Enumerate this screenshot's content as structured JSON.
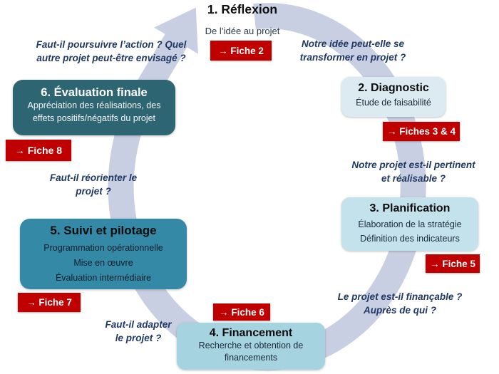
{
  "colors": {
    "ring": "#C9CFE2",
    "badge_background": "#C00000",
    "badge_text": "#FFFFFF",
    "question_text": "#1F3864",
    "stage6_box": "#2E6572",
    "stage5_box": "#3489A6",
    "stage4_box": "#A5D3E0",
    "stage3_box": "#C3E2EC",
    "stage2_box": "#DCEBF2"
  },
  "stages": {
    "s1": {
      "title": "1. Réflexion",
      "subtitle": "De l’idée au projet",
      "fiche": "→ Fiche 2"
    },
    "s2": {
      "title": "2. Diagnostic",
      "lines": [
        "Étude de faisabilité"
      ],
      "fiche": "→ Fiches 3 & 4"
    },
    "s3": {
      "title": "3. Planification",
      "lines": [
        "Élaboration de la stratégie",
        "Définition des indicateurs"
      ],
      "fiche": "→ Fiche 5"
    },
    "s4": {
      "title": "4. Financement",
      "lines": [
        "Recherche et obtention de",
        "financements"
      ],
      "fiche": "→ Fiche 6"
    },
    "s5": {
      "title": "5. Suivi et pilotage",
      "lines": [
        "Programmation opérationnelle",
        "Mise en œuvre",
        "Évaluation intermédiaire"
      ],
      "fiche": "→ Fiche 7"
    },
    "s6": {
      "title": "6. Évaluation finale",
      "lines": [
        "Appréciation des réalisations, des",
        "effets positifs/négatifs du projet"
      ],
      "fiche": "→ Fiche 8"
    }
  },
  "questions": {
    "q1_2": [
      "Notre idée peut-elle se",
      "transformer en projet ?"
    ],
    "q2_3": [
      "Notre projet est-il pertinent",
      "et réalisable ?"
    ],
    "q3_4": [
      "Le projet est-il finançable ?",
      "Auprès de qui ?"
    ],
    "q4_5": [
      "Faut-il adapter",
      "le projet ?"
    ],
    "q5_6": [
      "Faut-il réorienter le",
      "projet ?"
    ],
    "q6_1": [
      "Faut-il poursuivre l’action ? Quel",
      "autre projet peut-être envisagé ?"
    ]
  }
}
